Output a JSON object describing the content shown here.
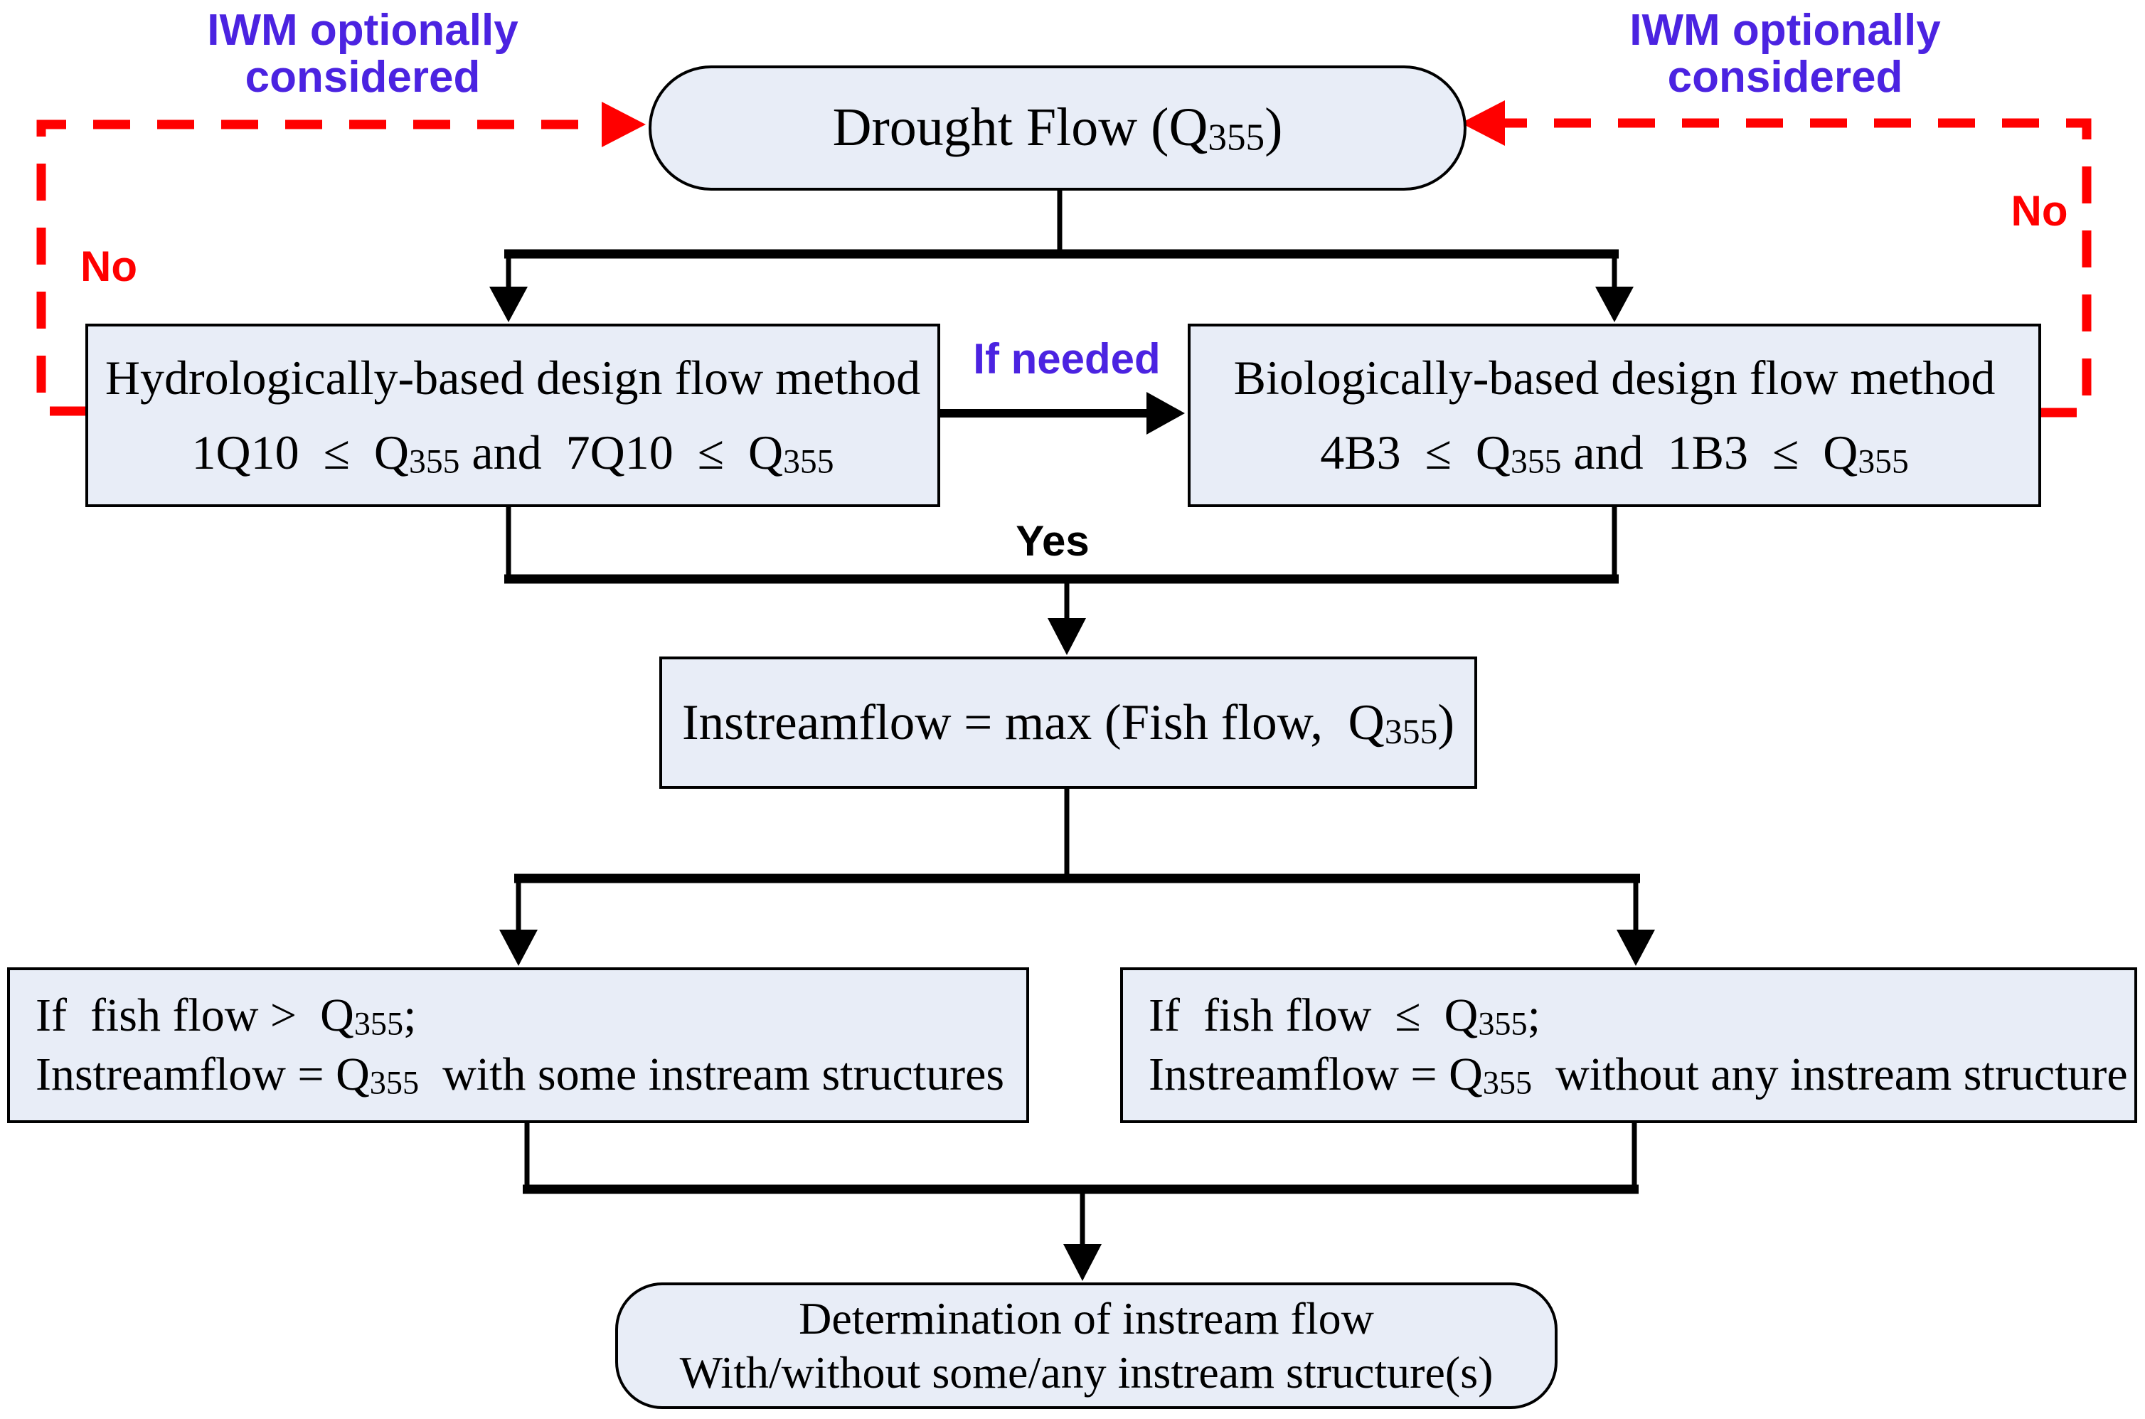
{
  "diagram": {
    "title_hint": "Instream flow determination flowchart",
    "colors": {
      "background": "#FFFFFF",
      "node_fill": "#E8EDF7",
      "node_border": "#000000",
      "connector": "#000000",
      "optional_path": "#FF0000",
      "note_label": "#4B23E1",
      "no_label": "#FF0000",
      "yes_label": "#000000"
    },
    "nodes": {
      "drought": {
        "shape": "stadium",
        "text": "Drought Flow (Q_{355})"
      },
      "hydro": {
        "shape": "rect",
        "line1": "Hydrologically-based design flow method",
        "line2": "1Q10  ≤  Q_{355} and  7Q10  ≤  Q_{355}"
      },
      "bio": {
        "shape": "rect",
        "line1": "Biologically-based design flow method",
        "line2": "4B3  ≤  Q_{355} and  1B3  ≤  Q_{355}"
      },
      "instreamflow": {
        "shape": "rect",
        "text": "Instreamflow = max (Fish flow,  Q_{355})"
      },
      "fish_gt": {
        "shape": "rect",
        "line1": "If  fish flow >  Q_{355};",
        "line2": "Instreamflow = Q_{355}  with some instream structures"
      },
      "fish_le": {
        "shape": "rect",
        "line1": "If  fish flow  ≤  Q_{355};",
        "line2": "Instreamflow = Q_{355}  without any instream structure"
      },
      "determination": {
        "shape": "stadium",
        "line1": "Determination of instream flow",
        "line2": "With/without some/any instream structure(s)"
      }
    },
    "labels": {
      "iwm_left": {
        "line1": "IWM optionally",
        "line2": "considered"
      },
      "iwm_right": {
        "line1": "IWM optionally",
        "line2": "considered"
      },
      "no_left": "No",
      "no_right": "No",
      "if_needed": "If needed",
      "yes": "Yes"
    },
    "edges": [
      {
        "from": "drought",
        "to": "hydro",
        "style": "solid-arrow"
      },
      {
        "from": "drought",
        "to": "bio",
        "style": "solid-arrow"
      },
      {
        "from": "hydro",
        "to": "bio",
        "style": "solid-arrow",
        "label": "If needed"
      },
      {
        "from": "hydro+bio",
        "to": "instreamflow",
        "style": "solid-arrow",
        "label": "Yes"
      },
      {
        "from": "instreamflow",
        "to": "fish_gt",
        "style": "solid-arrow"
      },
      {
        "from": "instreamflow",
        "to": "fish_le",
        "style": "solid-arrow"
      },
      {
        "from": "fish_gt+fish_le",
        "to": "determination",
        "style": "solid-arrow"
      },
      {
        "from": "hydro",
        "to": "drought",
        "style": "red-dashed-arrow",
        "label": "No"
      },
      {
        "from": "bio",
        "to": "drought",
        "style": "red-dashed-arrow",
        "label": "No"
      }
    ]
  }
}
